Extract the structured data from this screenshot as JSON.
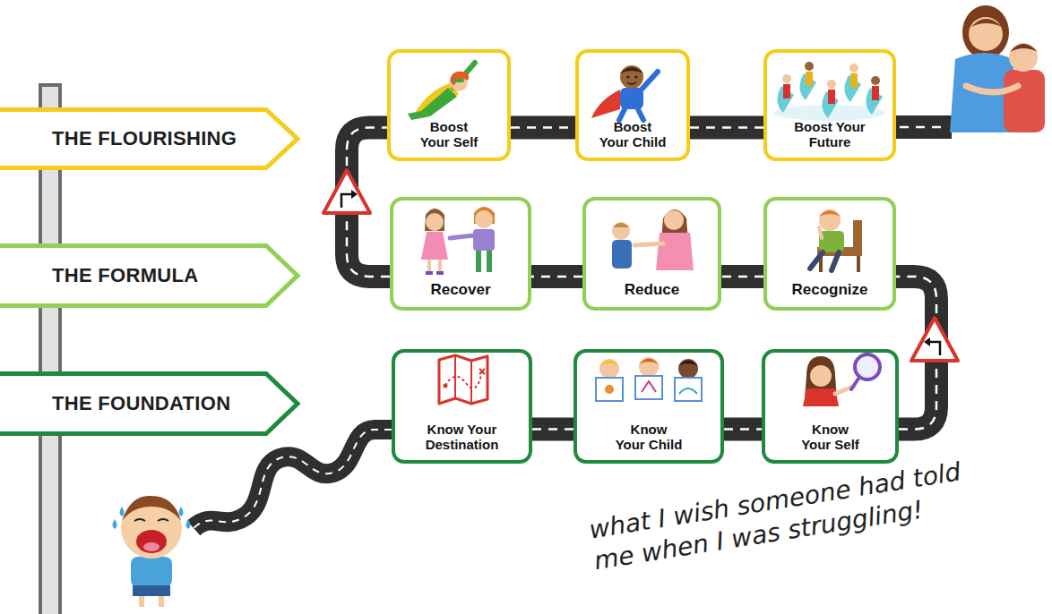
{
  "diagram": {
    "nodes": [
      {
        "text": [
          "THE FLOURISHING"
        ]
      },
      {
        "text": [
          "Boost Your Self"
        ]
      },
      {
        "text": [
          "Boost Your Child"
        ]
      },
      {
        "text": [
          "Boost Your Future"
        ]
      },
      {
        "text": [
          "THE FORMULA"
        ]
      },
      {
        "text": [
          "Recover"
        ]
      },
      {
        "text": [
          "Reduce"
        ]
      },
      {
        "text": [
          "Recognize"
        ]
      },
      {
        "text": [
          "THE FOUNDATION"
        ]
      },
      {
        "text": [
          "Know Your Destination"
        ]
      },
      {
        "text": [
          "Know Your Child"
        ]
      },
      {
        "text": [
          "Know Your Self"
        ]
      }
    ],
    "edges": [
      {
        "from": 9,
        "to": 10,
        "arrow": "none"
      },
      {
        "from": 10,
        "to": 11,
        "arrow": "none"
      },
      {
        "from": 11,
        "to": 7,
        "arrow": "none"
      },
      {
        "from": 7,
        "to": 6,
        "arrow": "none"
      },
      {
        "from": 6,
        "to": 5,
        "arrow": "none"
      },
      {
        "from": 5,
        "to": 1,
        "arrow": "none"
      },
      {
        "from": 1,
        "to": 2,
        "arrow": "none"
      },
      {
        "from": 2,
        "to": 3,
        "arrow": "none"
      }
    ],
    "labels": [
      "what I wish someone had told me when I was struggling!"
    ]
  }
}
